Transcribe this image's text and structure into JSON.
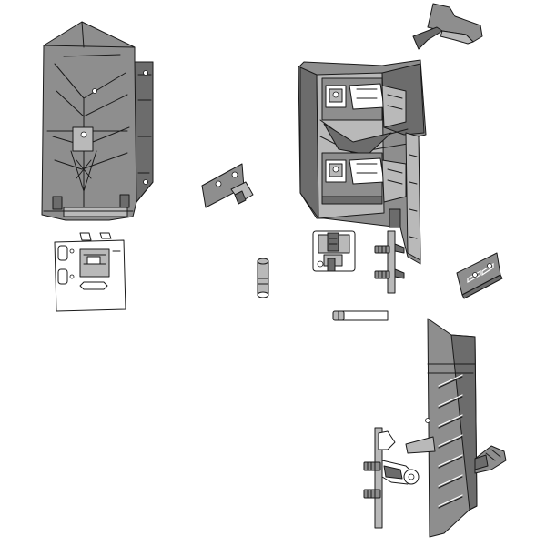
{
  "diagram": {
    "background": "#ffffff",
    "colors": {
      "part_fill": "#8e8e8e",
      "part_dark": "#6c6c6c",
      "part_light": "#b9b9b9",
      "outline": "#1a1a1a"
    },
    "parts": [
      "corner-drawer-side-panel-left",
      "mounting-plate",
      "small-angle-bracket",
      "dowel-pin",
      "corner-front-assembly",
      "top-clip-part",
      "front-fixing-bracket",
      "side-screw-set",
      "angled-connector-plate",
      "round-dowel-rod",
      "corner-drawer-side-panel-right",
      "runner-mechanism-assembly",
      "lower-screw-bracket"
    ]
  }
}
